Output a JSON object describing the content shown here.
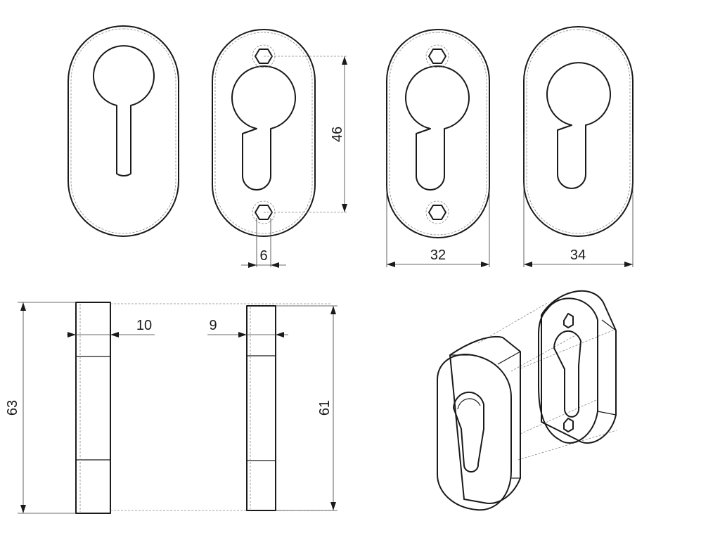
{
  "dimensions": {
    "screw_spacing": "46",
    "hex_width": "6",
    "width_rear": "32",
    "width_front": "34",
    "thickness_front": "10",
    "thickness_rear": "9",
    "height_front": "63",
    "height_rear": "61"
  },
  "colors": {
    "line": "#1a1a1a",
    "hidden_line": "#888888",
    "background": "#ffffff"
  }
}
